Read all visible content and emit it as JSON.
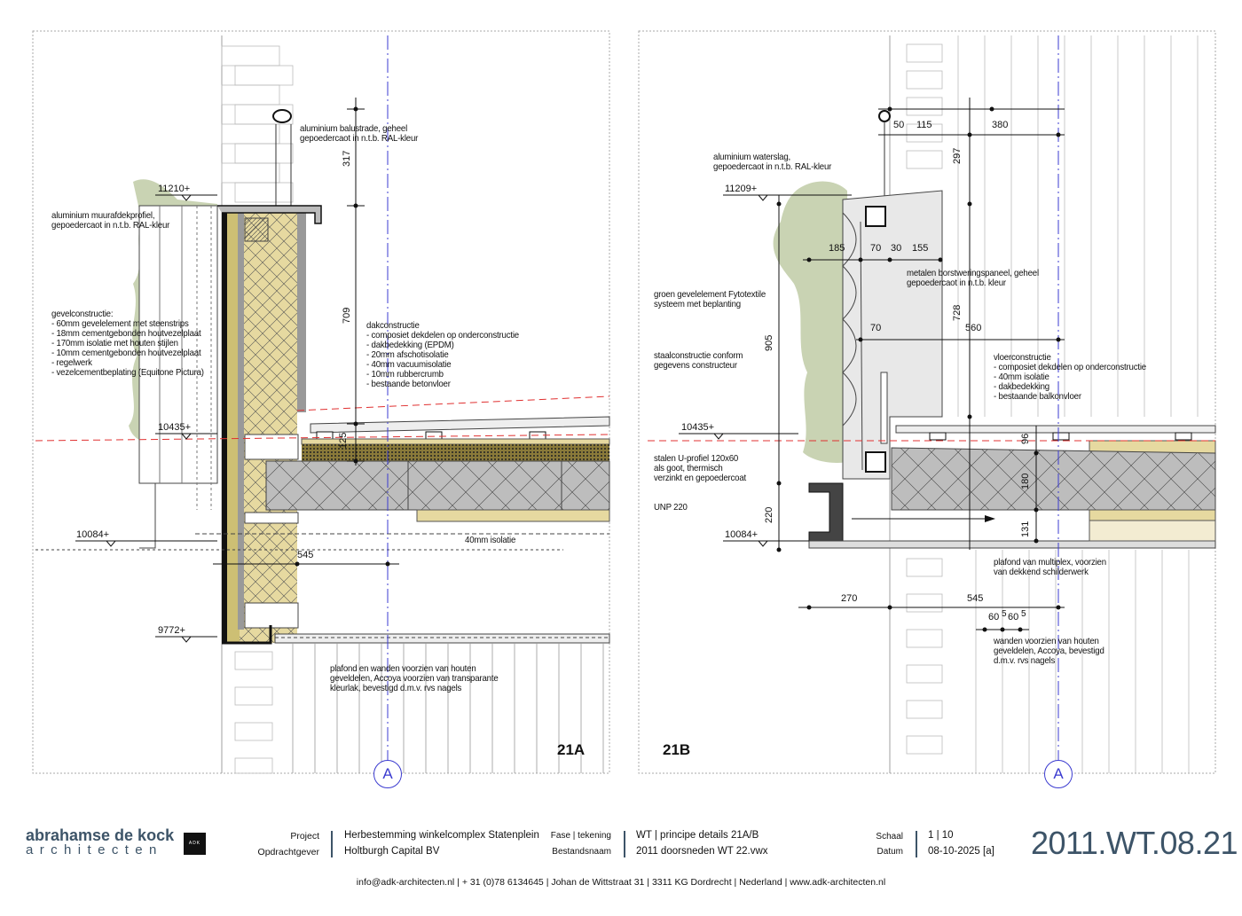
{
  "detail_left": {
    "id": "21A",
    "axis": "A",
    "notes": {
      "balustrade": "aluminium balustrade, geheel\ngepoedercaot in n.t.b. RAL-kleur",
      "muurafdek": "aluminium muurafdekprofiel,\ngepoedercaot in n.t.b. RAL-kleur",
      "gevel": "gevelconstructie:\n- 60mm gevelelement met steenstrips\n- 18mm cementgebonden houtvezelplaat\n- 170mm isolatie met houten stijlen\n- 10mm cementgebonden houtvezelplaat\n- regelwerk\n- vezelcementbeplating (Equitone Pictura)",
      "dak": "dakconstructie\n- composiet dekdelen op onderconstructie\n- dakbedekking (EPDM)\n- 20mm afschotisolatie\n- 40mm vacuumisolatie\n- 10mm rubbercrumb\n- bestaande betonvloer",
      "isolatie": "40mm isolatie",
      "plafond": "plafond en wanden voorzien van houten\ngeveldelen, Accoya voorzien van transparante\nkleurlak, bevestigd d.m.v. rvs nagels"
    },
    "levels": [
      "11210+",
      "10435+",
      "10084+",
      "9772+"
    ],
    "dims": {
      "d317": "317",
      "d709": "709",
      "d125": "125",
      "d545": "545"
    }
  },
  "detail_right": {
    "id": "21B",
    "axis": "A",
    "notes": {
      "waterslag": "aluminium waterslag,\ngepoedercaot in n.t.b. RAL-kleur",
      "borstwering": "metalen borstweringspaneel, geheel\ngepoedercaot in n.t.b. kleur",
      "groen": "groen gevelelement Fytotextile\nsysteem met beplanting",
      "staal": "staalconstructie conform\ngegevens constructeur",
      "vloer": "vloerconstructie\n- composiet dekdelen op onderconstructie\n- 40mm isolatie\n- dakbedekking\n- bestaande balkonvloer",
      "goot": "stalen U-profiel 120x60\nals goot, thermisch\nverzinkt en gepoedercoat",
      "unp": "UNP 220",
      "plafond": "plafond van multiplex, voorzien\nvan dekkend schilderwerk",
      "wanden": "wanden voorzien van houten\ngeveldelen, Accoya, bevestigd\nd.m.v. rvs nagels"
    },
    "levels": [
      "11209+",
      "10435+",
      "10084+"
    ],
    "dims": {
      "d50": "50",
      "d115": "115",
      "d380": "380",
      "d297": "297",
      "d185": "185",
      "d70a": "70",
      "d30": "30",
      "d155": "155",
      "d728": "728",
      "d905": "905",
      "d70b": "70",
      "d560": "560",
      "d96": "96",
      "d180": "180",
      "d220": "220",
      "d131": "131",
      "d270": "270",
      "d545": "545",
      "d60a": "60",
      "d5a": "5",
      "d60b": "60",
      "d5b": "5"
    }
  },
  "title_block": {
    "logo_line1": "abrahamse de kock",
    "logo_line2": "architecten",
    "logo_mark": "ADK",
    "project_label": "Project",
    "project": "Herbestemming winkelcomplex Statenplein",
    "client_label": "Opdrachtgever",
    "client": "Holtburgh Capital BV",
    "phase_label": "Fase | tekening",
    "phase": "WT | principe details 21A/B",
    "file_label": "Bestandsnaam",
    "file": "2011 doorsneden WT 22.vwx",
    "scale_label": "Schaal",
    "scale": "1 | 10",
    "date_label": "Datum",
    "date": "08-10-2025 [a]",
    "sheet_number": "2011.WT.08.21",
    "footer": "info@adk-architecten.nl   |   + 31 (0)78 6134645   |   Johan de Wittstraat 31   |   3311 KG Dordrecht   |   Nederland   |   www.adk-architecten.nl"
  },
  "colors": {
    "insulation": "#e6d9a0",
    "insulation_dark": "#cdbf74",
    "concrete": "#bdbdbd",
    "plant": "#c9d3b3",
    "axis": "#3b3bd0",
    "level_line": "#e03030",
    "brand": "#3d5468"
  }
}
